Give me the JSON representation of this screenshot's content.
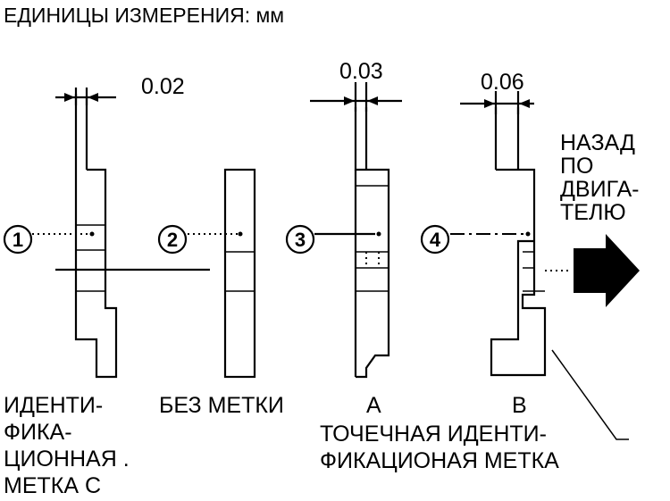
{
  "units_label": "ЕДИНИЦЫ ИЗМЕРЕНИЯ: мм",
  "dims": {
    "d1": "0.02",
    "d3": "0.03",
    "d4": "0.06"
  },
  "numbers": {
    "n1": "1",
    "n2": "2",
    "n3": "3",
    "n4": "4"
  },
  "direction": {
    "line1": "НАЗАД",
    "line2": "ПО",
    "line3": "ДВИГА-",
    "line4": "ТЕЛЮ",
    "icon": "arrow-right-icon"
  },
  "labels": {
    "mark_c": [
      "ИДЕНТИ-",
      "ФИКА-",
      "ЦИОННАЯ .",
      "МЕТКА С"
    ],
    "no_mark": "БЕЗ МЕТКИ",
    "a": "А",
    "b": "В",
    "dot_mark": [
      "ТОЧЕЧНАЯ ИДЕНТИ-",
      "ФИКАЦИОНАЯ МЕТКА"
    ]
  }
}
